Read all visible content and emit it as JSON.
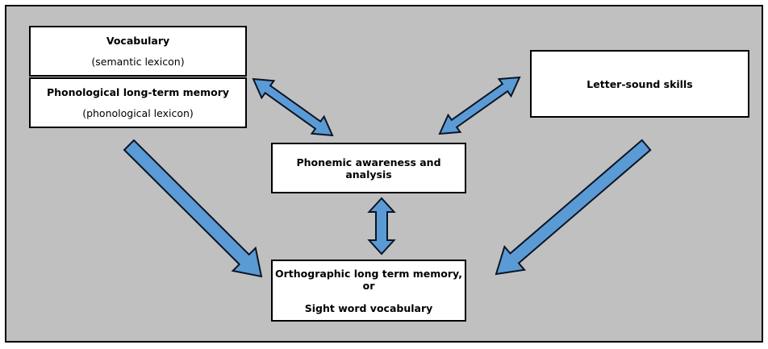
{
  "diagram": {
    "colors": {
      "background": "#c0c0c0",
      "box_fill": "#ffffff",
      "box_border": "#000000",
      "arrow_fill": "#5b9bd5",
      "arrow_stroke": "#0b1424",
      "text": "#000000"
    },
    "nodes": {
      "vocabulary": {
        "title": "Vocabulary",
        "subtitle": "(semantic lexicon)"
      },
      "phonological": {
        "title": "Phonological long-term memory",
        "subtitle": "(phonological lexicon)"
      },
      "letter_sound": {
        "title": "Letter-sound skills"
      },
      "phonemic": {
        "title": "Phonemic awareness and analysis"
      },
      "orthographic": {
        "line1": "Orthographic long term memory, or",
        "line2": "Sight word vocabulary"
      }
    },
    "edges": [
      {
        "from": "vocabulary/phonological",
        "to": "phonemic",
        "type": "bidirectional",
        "icon": "double-arrow-diagonal"
      },
      {
        "from": "letter_sound",
        "to": "phonemic",
        "type": "bidirectional",
        "icon": "double-arrow-diagonal"
      },
      {
        "from": "phonemic",
        "to": "orthographic",
        "type": "bidirectional",
        "icon": "double-arrow-vertical"
      },
      {
        "from": "vocabulary/phonological",
        "to": "orthographic",
        "type": "directed",
        "icon": "arrow-down-right"
      },
      {
        "from": "letter_sound",
        "to": "orthographic",
        "type": "directed",
        "icon": "arrow-down-left"
      }
    ]
  }
}
